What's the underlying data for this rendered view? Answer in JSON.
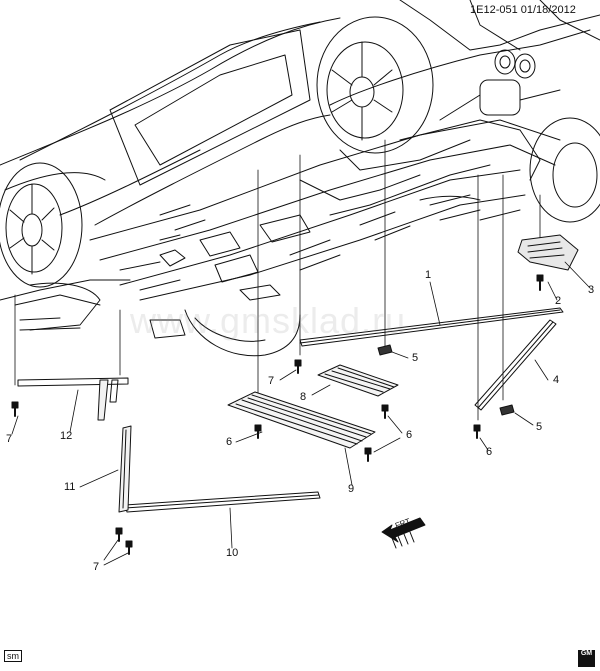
{
  "header": {
    "code": "1E12-051 01/18/2012"
  },
  "watermark": "www.gmsklad.ru",
  "footer": {
    "left_mark": "sm",
    "right_mark": "GM"
  },
  "direction": {
    "label": "FRT"
  },
  "callouts": [
    {
      "label": "1"
    },
    {
      "label": "2"
    },
    {
      "label": "3"
    },
    {
      "label": "4"
    },
    {
      "label": "5"
    },
    {
      "label": "5"
    },
    {
      "label": "6"
    },
    {
      "label": "6"
    },
    {
      "label": "6"
    },
    {
      "label": "7"
    },
    {
      "label": "7"
    },
    {
      "label": "7"
    },
    {
      "label": "8"
    },
    {
      "label": "9"
    },
    {
      "label": "10"
    },
    {
      "label": "11"
    },
    {
      "label": "12"
    }
  ]
}
